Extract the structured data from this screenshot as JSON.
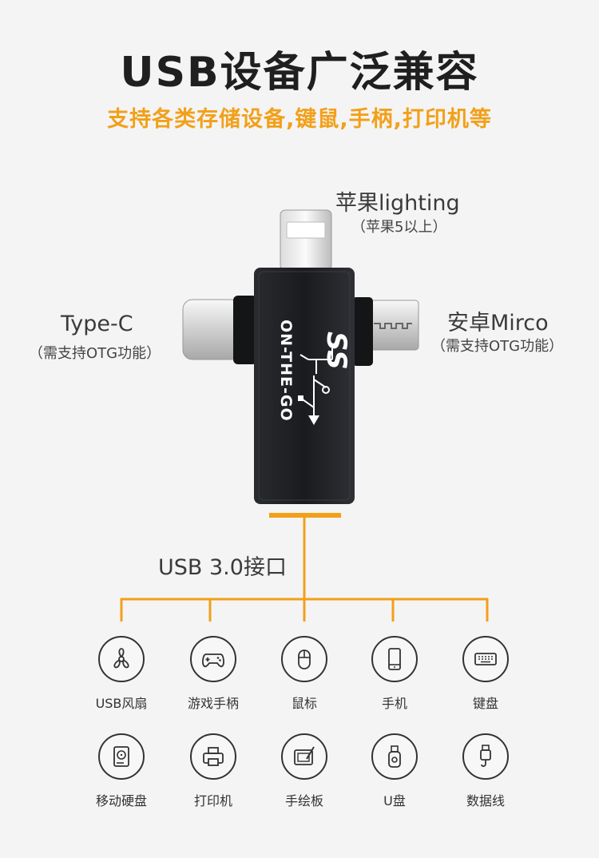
{
  "title": "USB设备广泛兼容",
  "subtitle": "支持各类存储设备,键鼠,手柄,打印机等",
  "connectors": {
    "lightning": {
      "name": "苹果lighting",
      "note": "（苹果5以上）"
    },
    "typec": {
      "name": "Type-C",
      "note": "（需支持OTG功能）"
    },
    "micro": {
      "name": "安卓Mirco",
      "note": "（需支持OTG功能）"
    },
    "usb": {
      "name": "USB 3.0接口"
    }
  },
  "adapter": {
    "print": "ON-THE-GO",
    "logo": "SS"
  },
  "colors": {
    "accent": "#f2a01a",
    "device": "#1c1d20",
    "text": "#333333"
  },
  "devices": [
    {
      "label": "USB风扇",
      "icon": "fan-icon"
    },
    {
      "label": "游戏手柄",
      "icon": "gamepad-icon"
    },
    {
      "label": "鼠标",
      "icon": "mouse-icon"
    },
    {
      "label": "手机",
      "icon": "phone-icon"
    },
    {
      "label": "键盘",
      "icon": "keyboard-icon"
    },
    {
      "label": "移动硬盘",
      "icon": "hard-drive-icon"
    },
    {
      "label": "打印机",
      "icon": "printer-icon"
    },
    {
      "label": "手绘板",
      "icon": "drawing-tablet-icon"
    },
    {
      "label": "U盘",
      "icon": "usb-flash-drive-icon"
    },
    {
      "label": "数据线",
      "icon": "data-cable-icon"
    }
  ]
}
